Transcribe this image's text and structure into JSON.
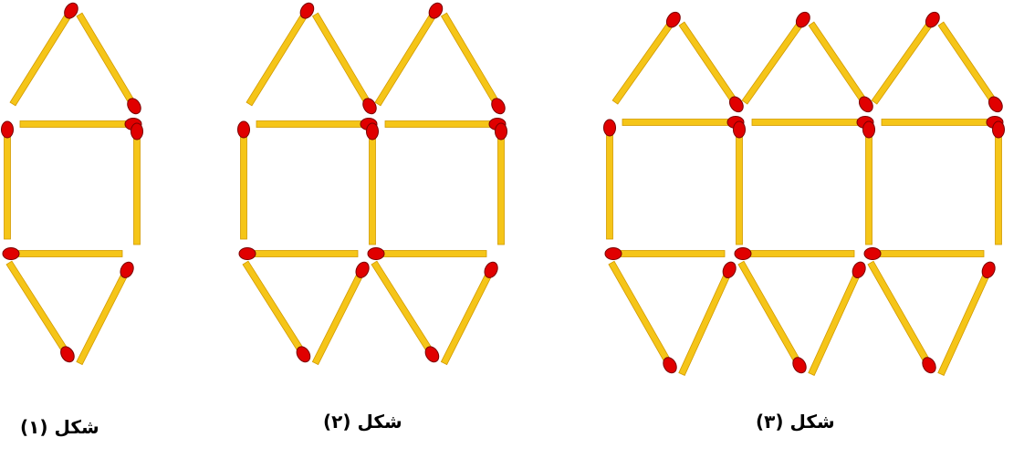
{
  "figures": [
    {
      "caption": "شكل (١)",
      "squares": 1
    },
    {
      "caption": "شكل (٢)",
      "squares": 2
    },
    {
      "caption": "شكل (٣)",
      "squares": 3
    }
  ],
  "colors": {
    "match_stick": "#F5C518",
    "match_stick_edge": "#D29A00",
    "match_head": "#E00000",
    "match_head_edge": "#7A0000"
  }
}
